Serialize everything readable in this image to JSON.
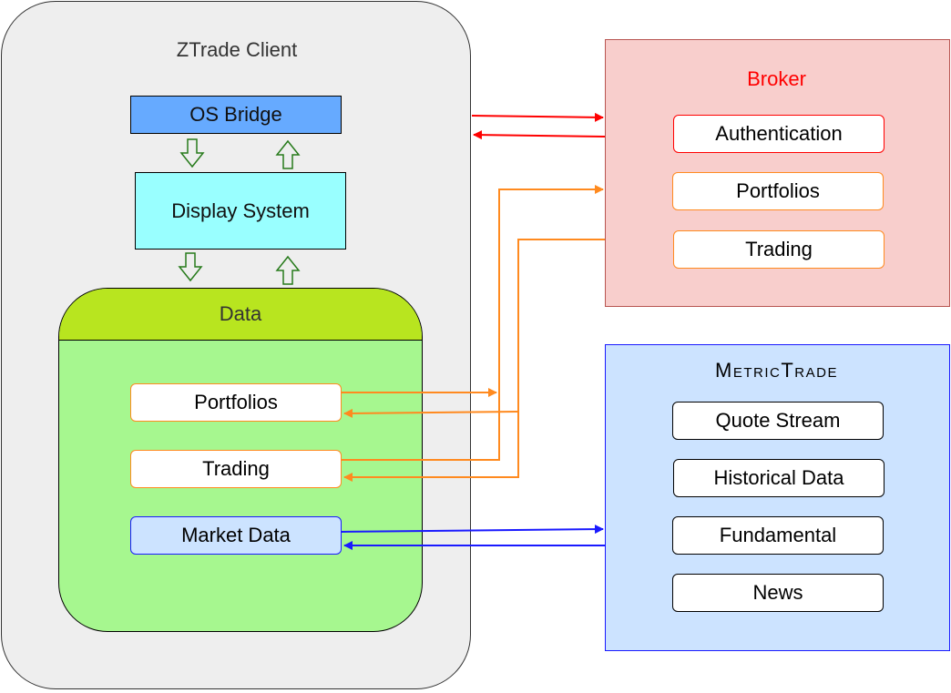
{
  "client": {
    "title": "ZTrade Client",
    "os_bridge": "OS Bridge",
    "display_system": "Display System",
    "data": {
      "title": "Data",
      "portfolios": "Portfolios",
      "trading": "Trading",
      "market_data": "Market Data"
    }
  },
  "broker": {
    "title": "Broker",
    "items": [
      "Authentication",
      "Portfolios",
      "Trading"
    ]
  },
  "metrictrade": {
    "title": "MetricTrade",
    "items": [
      "Quote Stream",
      "Historical Data",
      "Fundamental",
      "News"
    ]
  },
  "colors": {
    "client_fill": "#eeeeee",
    "os_bridge_fill": "#66aaff",
    "display_fill": "#99ffff",
    "data_header_fill": "#b8e51f",
    "data_body_fill": "#a6f78f",
    "broker_fill": "#f8cecc",
    "metric_fill": "#cce3ff",
    "red": "#ff0000",
    "orange": "#ff8a1f",
    "blue": "#1a1aff",
    "green": "#267a1a"
  }
}
